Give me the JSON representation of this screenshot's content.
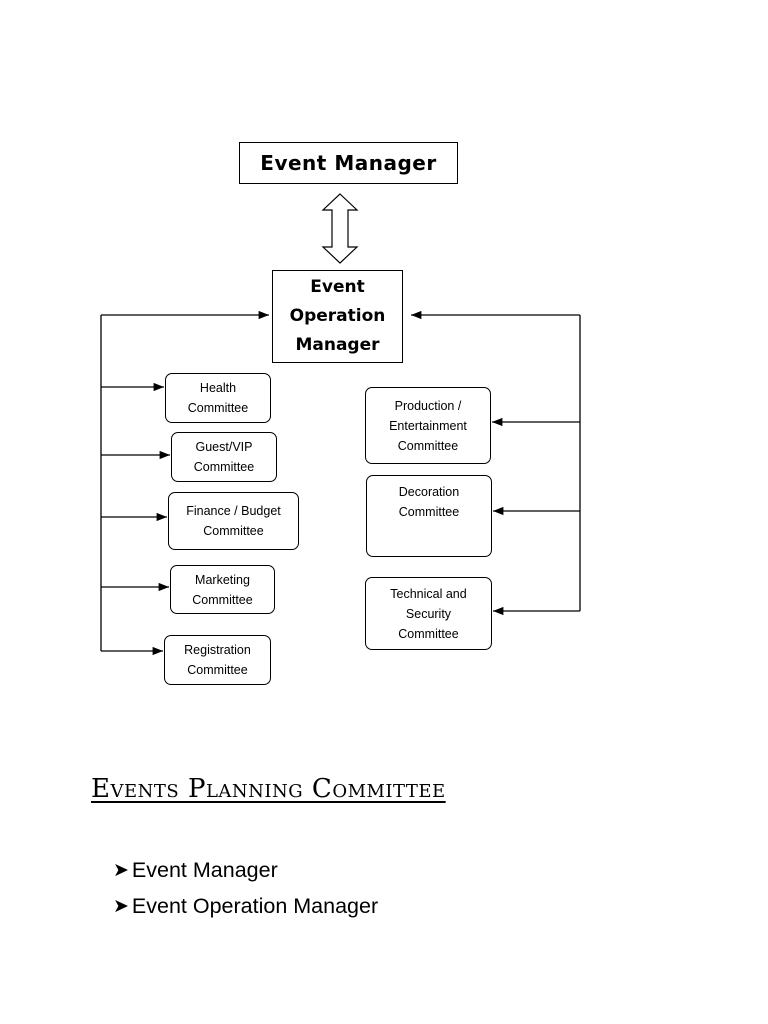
{
  "diagram": {
    "event_manager": "Event Manager",
    "event_operation_manager": "Event\nOperation\nManager",
    "left_committees": [
      "Health\nCommittee",
      "Guest/VIP\nCommittee",
      "Finance / Budget\nCommittee",
      "Marketing\nCommittee",
      "Registration\nCommittee"
    ],
    "right_committees": [
      "Production /\nEntertainment\nCommittee",
      "Decoration\nCommittee",
      "Technical and\nSecurity\nCommittee"
    ]
  },
  "section": {
    "title": "Events Planning Committee",
    "bullets": [
      "Event Manager",
      "Event Operation Manager"
    ]
  }
}
